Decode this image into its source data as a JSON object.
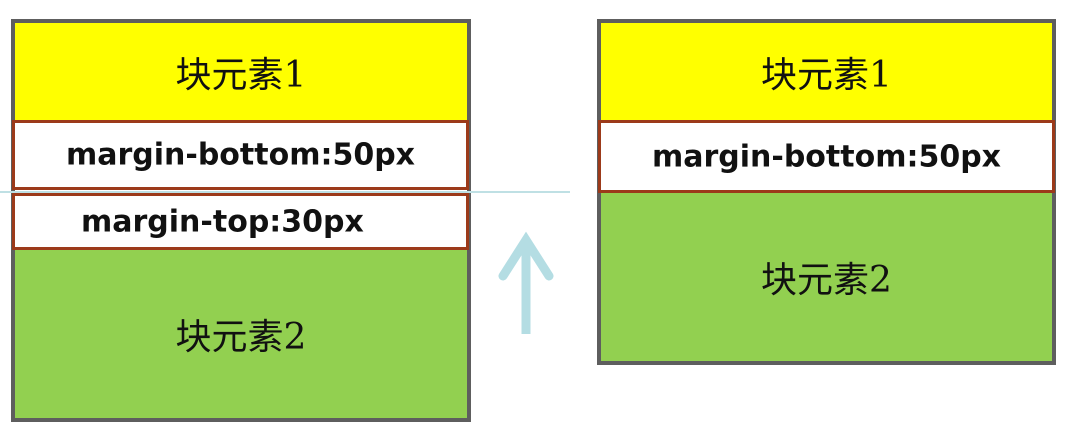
{
  "left_panel": {
    "block1_label": "块元素1",
    "margin_bottom_label": "margin-bottom:50px",
    "margin_top_label": "margin-top:30px",
    "block2_label": "块元素2"
  },
  "right_panel": {
    "block1_label": "块元素1",
    "margin_bottom_label": "margin-bottom:50px",
    "block2_label": "块元素2"
  },
  "colors": {
    "block1_fill": "#ffff00",
    "block2_fill": "#92d050",
    "margin_border": "#9c3a1a",
    "frame_border": "#5e5e5e",
    "collapse_line": "#bfe0e4",
    "arrow": "#b4dde3"
  },
  "arrow": {
    "direction": "up",
    "icon": "arrow-up-icon"
  }
}
